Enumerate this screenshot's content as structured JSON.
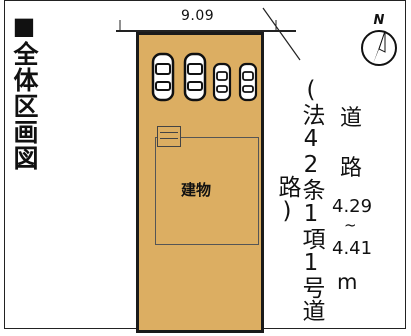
{
  "title": {
    "marker": "■",
    "text": "全体区画図"
  },
  "frontage": "9.09",
  "building_label": "建物",
  "legal_road": "(法42条1項1号道路)",
  "road": {
    "char1": "道",
    "char2": "路",
    "width_min": "4.29",
    "tilde": "~",
    "width_max": "4.41",
    "unit": "m"
  },
  "compass": {
    "label": "N"
  },
  "colors": {
    "lot": "#dcae62",
    "line": "#1a1a1a"
  },
  "icons": [
    "car-icon",
    "car-icon",
    "car-icon",
    "car-icon",
    "north-arrow-icon"
  ]
}
